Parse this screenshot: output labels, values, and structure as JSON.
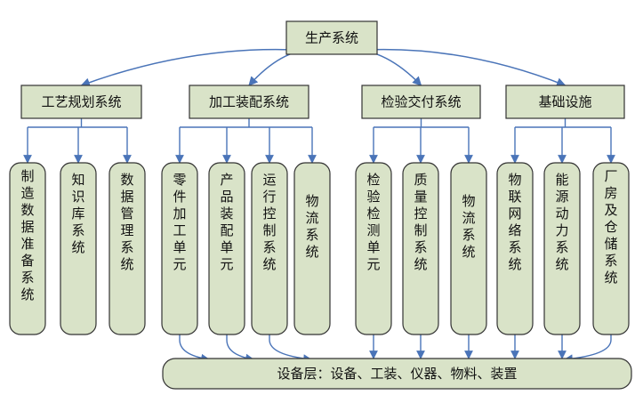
{
  "root": {
    "label": "生产系统"
  },
  "groups": [
    {
      "label": "工艺规划系统",
      "children": [
        "制造数据准备系统",
        "知识库系统",
        "数据管理系统"
      ]
    },
    {
      "label": "加工装配系统",
      "children": [
        "零件加工单元",
        "产品装配单元",
        "运行控制系统",
        "物流系统"
      ]
    },
    {
      "label": "检验交付系统",
      "children": [
        "检验检测单元",
        "质量控制系统",
        "物流系统"
      ]
    },
    {
      "label": "基础设施",
      "children": [
        "物联网络系统",
        "能源动力系统",
        "厂房及仓储系统"
      ]
    }
  ],
  "bottom": {
    "label": "设备层：设备、工装、仪器、物料、装置"
  },
  "colors": {
    "box_fill": "#d9e3c8",
    "box_stroke": "#333333",
    "connector": "#4a74b8"
  }
}
